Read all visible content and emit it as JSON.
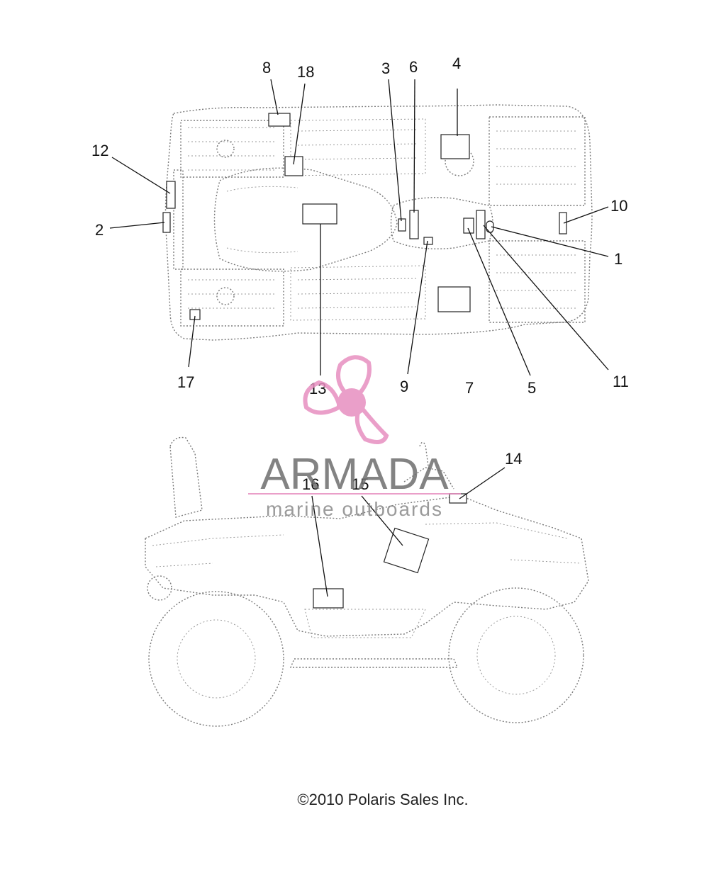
{
  "callouts": [
    "1",
    "2",
    "3",
    "4",
    "5",
    "6",
    "7",
    "8",
    "9",
    "10",
    "11",
    "12",
    "13",
    "14",
    "15",
    "16",
    "17",
    "18"
  ],
  "watermark": {
    "brand": "ARMADA",
    "tagline": "marine outboards",
    "color": "#e78fc0"
  },
  "copyright": "©2010 Polaris Sales Inc."
}
